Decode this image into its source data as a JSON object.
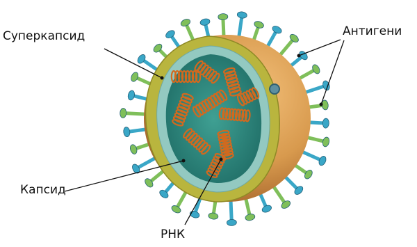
{
  "labels": {
    "superkapsid": "Суперкапсид",
    "antigeni": "Антигени",
    "kapsid": "Капсид",
    "rnk": "РНК"
  },
  "colors": {
    "outer_envelope": "#d89a4e",
    "envelope_cut": "#b7b43c",
    "capsid_layer": "#8fc4bd",
    "interior": "#2f8a80",
    "rna": "#d2691e",
    "spike_blue": "#3aa7c7",
    "spike_green": "#7fbf5a",
    "leader_line": "#111111"
  },
  "icons": [
    "virus-illustration"
  ]
}
